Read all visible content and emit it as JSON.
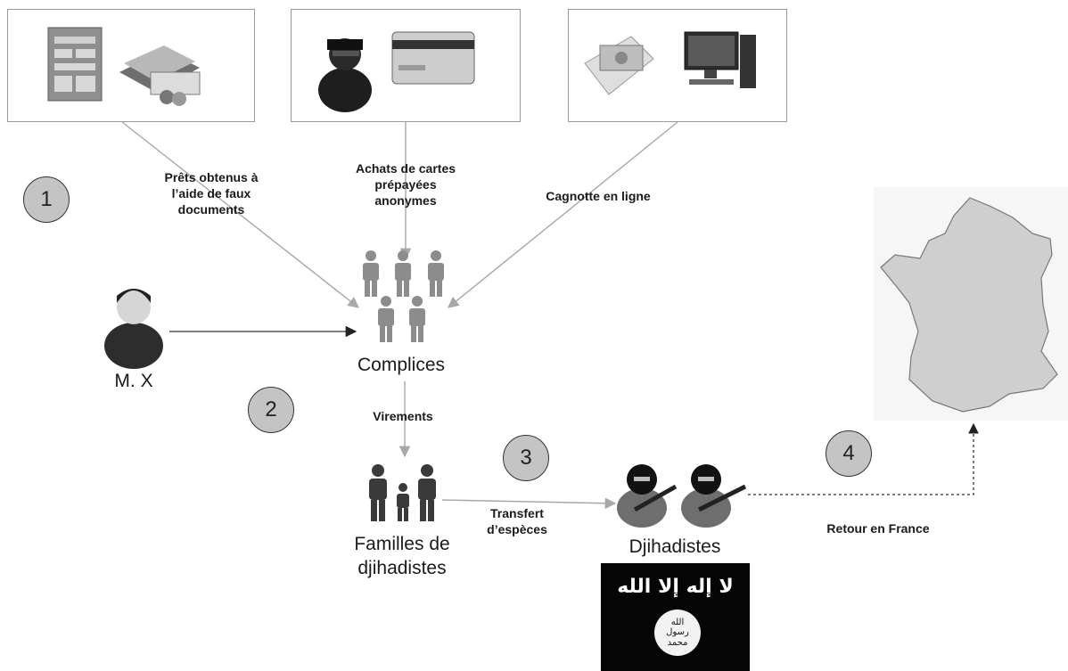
{
  "labels": {
    "prets": "Prêts obtenus à l’aide de faux documents",
    "cartes": "Achats de cartes prépayées anonymes",
    "cagnotte": "Cagnotte en ligne",
    "mx": "M. X",
    "complices": "Complices",
    "virements": "Virements",
    "familles": "Familles de djihadistes",
    "transfert": "Transfert d’espèces",
    "djihadistes": "Djihadistes",
    "retour": "Retour en France"
  },
  "steps": [
    "1",
    "2",
    "3",
    "4"
  ],
  "flag": {
    "top_text": "لا إله إلا الله",
    "seal_lines": [
      "الله",
      "رسول",
      "محمد"
    ]
  },
  "colors": {
    "arrow": "#a8a8a8",
    "dark_arrow": "#222222",
    "badge": "#c4c4c4",
    "figure": "#8c8c8c",
    "map": "#cfcfcf"
  }
}
